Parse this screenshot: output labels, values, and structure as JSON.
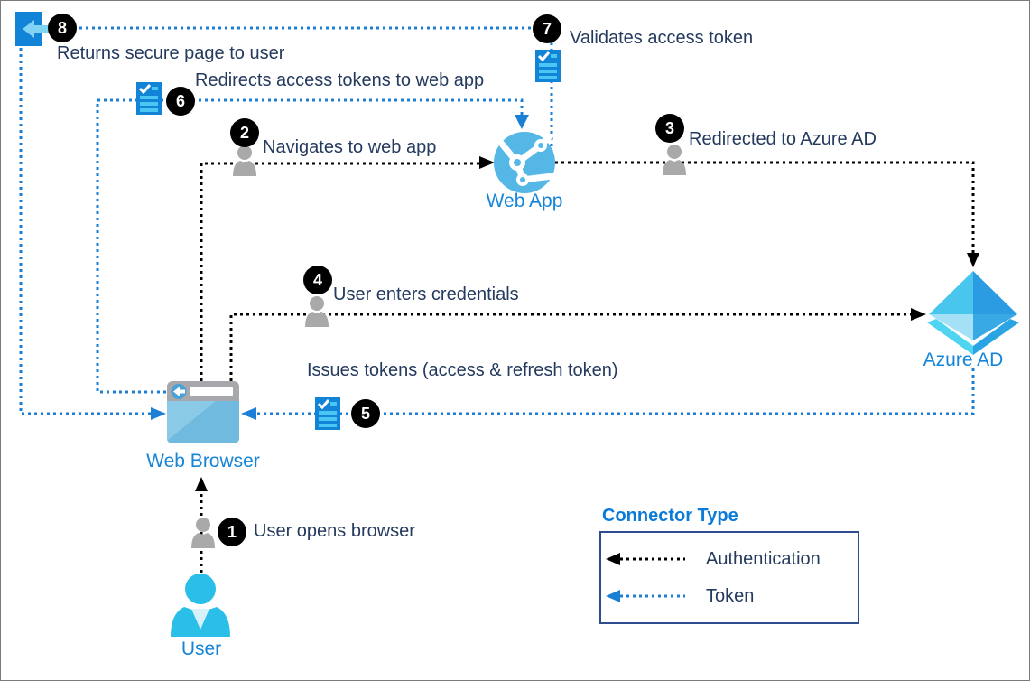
{
  "nodes": {
    "web_app": {
      "label": "Web App"
    },
    "azure_ad": {
      "label": "Azure AD"
    },
    "web_browser": {
      "label": "Web Browser"
    },
    "user": {
      "label": "User"
    }
  },
  "steps": [
    {
      "num": "1",
      "label": "User opens browser"
    },
    {
      "num": "2",
      "label": "Navigates to web app"
    },
    {
      "num": "3",
      "label": "Redirected to Azure AD"
    },
    {
      "num": "4",
      "label": "User enters credentials"
    },
    {
      "num": "5",
      "label": "Issues tokens (access & refresh token)"
    },
    {
      "num": "6",
      "label": "Redirects access tokens to web app"
    },
    {
      "num": "7",
      "label": "Validates access token"
    },
    {
      "num": "8",
      "label": "Returns secure page to user"
    }
  ],
  "legend": {
    "heading": "Connector Type",
    "items": [
      {
        "label": "Authentication",
        "style": "black-dotted-arrow"
      },
      {
        "label": "Token",
        "style": "blue-dotted-arrow"
      }
    ]
  },
  "colors": {
    "token": "#1b7fd6",
    "auth": "#000000",
    "navy": "#243a5e",
    "azure": "#1585d8",
    "heading": "#0c7bd8",
    "legend_border": "#2e4d8f"
  }
}
